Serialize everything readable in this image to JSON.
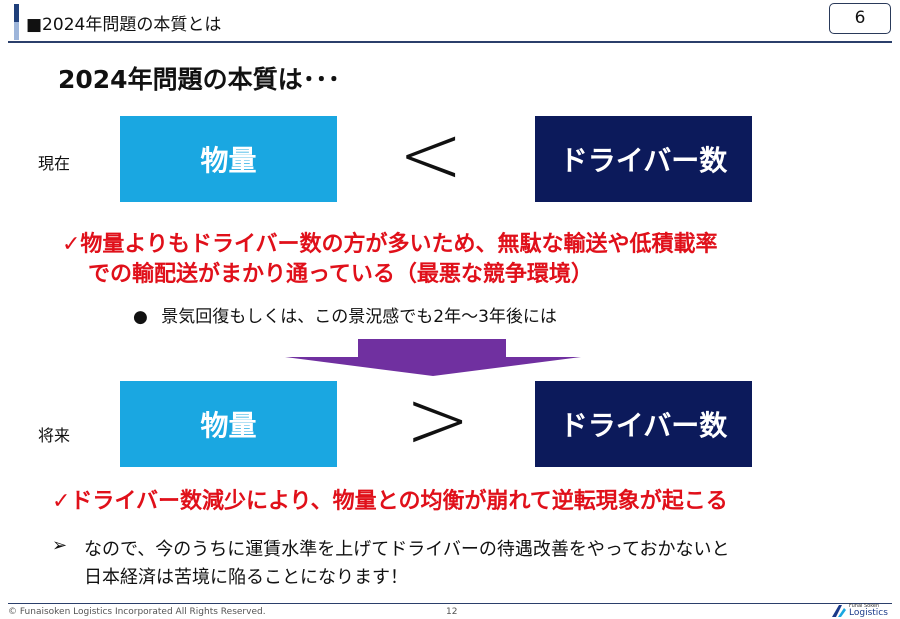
{
  "header": {
    "title": "■2024年問題の本質とは",
    "page_number": "6"
  },
  "title": "2024年問題の本質は･･･",
  "current": {
    "label": "現在",
    "left_box": "物量",
    "comparator": "<",
    "right_box": "ドライバー数"
  },
  "current_note": {
    "line1": "✓物量よりもドライバー数の方が多いため、無駄な輸送や低積載率",
    "line2": "での輸配送がまかり通っている（最悪な競争環境）"
  },
  "bullet": {
    "marker": "●",
    "text": "景気回復もしくは、この景況感でも2年～3年後には"
  },
  "future": {
    "label": "将来",
    "left_box": "物量",
    "comparator": ">",
    "right_box": "ドライバー数"
  },
  "future_note": "✓ドライバー数減少により、物量との均衡が崩れて逆転現象が起こる",
  "conclusion": {
    "marker": "➢",
    "line1": "なので、今のうちに運賃水準を上げてドライバーの待遇改善をやっておかないと",
    "line2": "日本経済は苦境に陥ることになります！"
  },
  "footer": {
    "copyright": "© Funaisoken Logistics Incorporated All Rights Reserved.",
    "page": "12",
    "logo_small": "Funai Soken",
    "logo_text": "Logistics"
  },
  "colors": {
    "light_box": "#1aa7e1",
    "navy_box": "#0c1a5b",
    "red": "#e0101a",
    "arrow": "#7030a0"
  }
}
